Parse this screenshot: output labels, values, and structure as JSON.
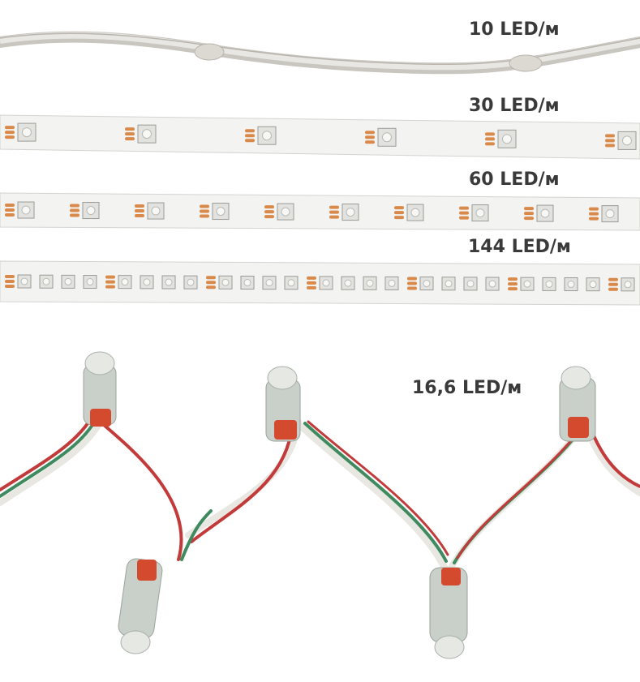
{
  "labels": {
    "strip_10": "10 LED/м",
    "strip_30": "30 LED/м",
    "strip_60": "60 LED/м",
    "strip_144": "144 LED/м",
    "string_pixels": "16,6 LED/м"
  },
  "colors": {
    "strip_base": "#f3f3f1",
    "led_chip": "#e2e2df",
    "pad_copper": "#d98a4a",
    "wire_red": "#c23a3a",
    "wire_green": "#3f8a5e",
    "wire_white": "#e9e7e2",
    "pixel_body": "#c9cfc9",
    "heatshrink": "#d44a2e"
  }
}
